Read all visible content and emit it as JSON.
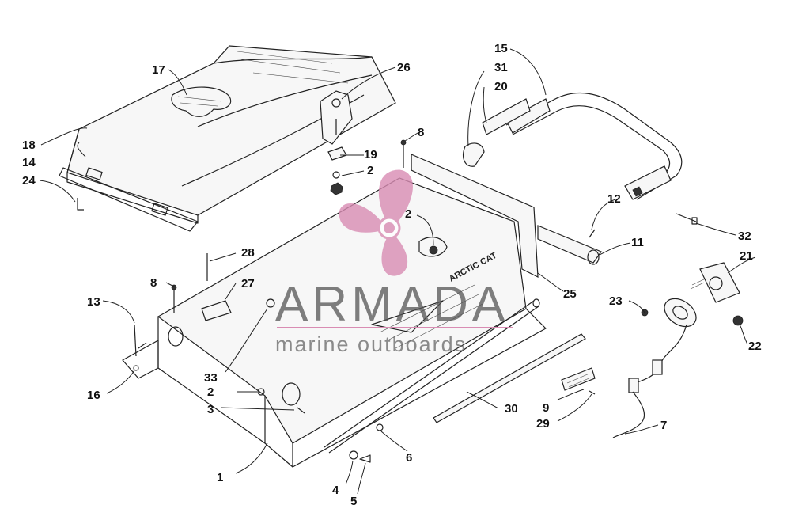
{
  "diagram": {
    "callouts": [
      {
        "id": "c1",
        "text": "1"
      },
      {
        "id": "c2a",
        "text": "2"
      },
      {
        "id": "c2b",
        "text": "2"
      },
      {
        "id": "c2c",
        "text": "2"
      },
      {
        "id": "c3",
        "text": "3"
      },
      {
        "id": "c4",
        "text": "4"
      },
      {
        "id": "c5",
        "text": "5"
      },
      {
        "id": "c6",
        "text": "6"
      },
      {
        "id": "c7",
        "text": "7"
      },
      {
        "id": "c8a",
        "text": "8"
      },
      {
        "id": "c8b",
        "text": "8"
      },
      {
        "id": "c9",
        "text": "9"
      },
      {
        "id": "c11",
        "text": "11"
      },
      {
        "id": "c12",
        "text": "12"
      },
      {
        "id": "c13",
        "text": "13"
      },
      {
        "id": "c14",
        "text": "14"
      },
      {
        "id": "c15",
        "text": "15"
      },
      {
        "id": "c16",
        "text": "16"
      },
      {
        "id": "c17",
        "text": "17"
      },
      {
        "id": "c18",
        "text": "18"
      },
      {
        "id": "c19",
        "text": "19"
      },
      {
        "id": "c20",
        "text": "20"
      },
      {
        "id": "c21",
        "text": "21"
      },
      {
        "id": "c22",
        "text": "22"
      },
      {
        "id": "c23",
        "text": "23"
      },
      {
        "id": "c24",
        "text": "24"
      },
      {
        "id": "c25",
        "text": "25"
      },
      {
        "id": "c26",
        "text": "26"
      },
      {
        "id": "c27",
        "text": "27"
      },
      {
        "id": "c28",
        "text": "28"
      },
      {
        "id": "c29",
        "text": "29"
      },
      {
        "id": "c30",
        "text": "30"
      },
      {
        "id": "c31",
        "text": "31"
      },
      {
        "id": "c32",
        "text": "32"
      },
      {
        "id": "c33",
        "text": "33"
      }
    ],
    "decal_text": "ARCTIC CAT"
  },
  "watermark": {
    "title": "ARMADA",
    "subtitle": "marine outboards",
    "logo_color": "#d98cb3",
    "text_color": "#555555"
  }
}
